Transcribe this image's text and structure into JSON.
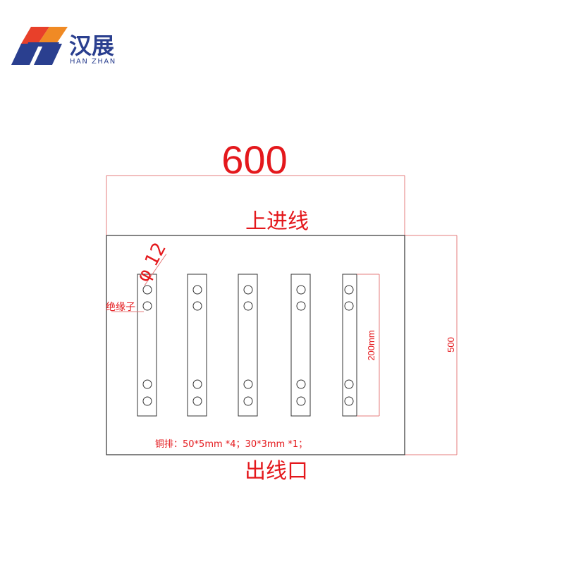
{
  "logo": {
    "name_cn": "汉展",
    "name_en": "HAN ZHAN",
    "colors": {
      "red": "#e8402a",
      "blue": "#2a3f8f",
      "orange": "#f08a24"
    }
  },
  "diagram": {
    "width_dim": "600",
    "height_dim": "500",
    "top_label": "上进线",
    "bottom_label": "出线口",
    "bar_length_dim": "200mm",
    "hole_dim": "φ 12",
    "insulator_label": "绝缘子",
    "copper_note": "铜排：50*5mm *4；30*3mm *1；",
    "bar_count": 5,
    "holes_per_bar": 4,
    "colors": {
      "annotation": "#e4181c",
      "dim_line": "#e57c7c",
      "outline": "#333333"
    }
  }
}
